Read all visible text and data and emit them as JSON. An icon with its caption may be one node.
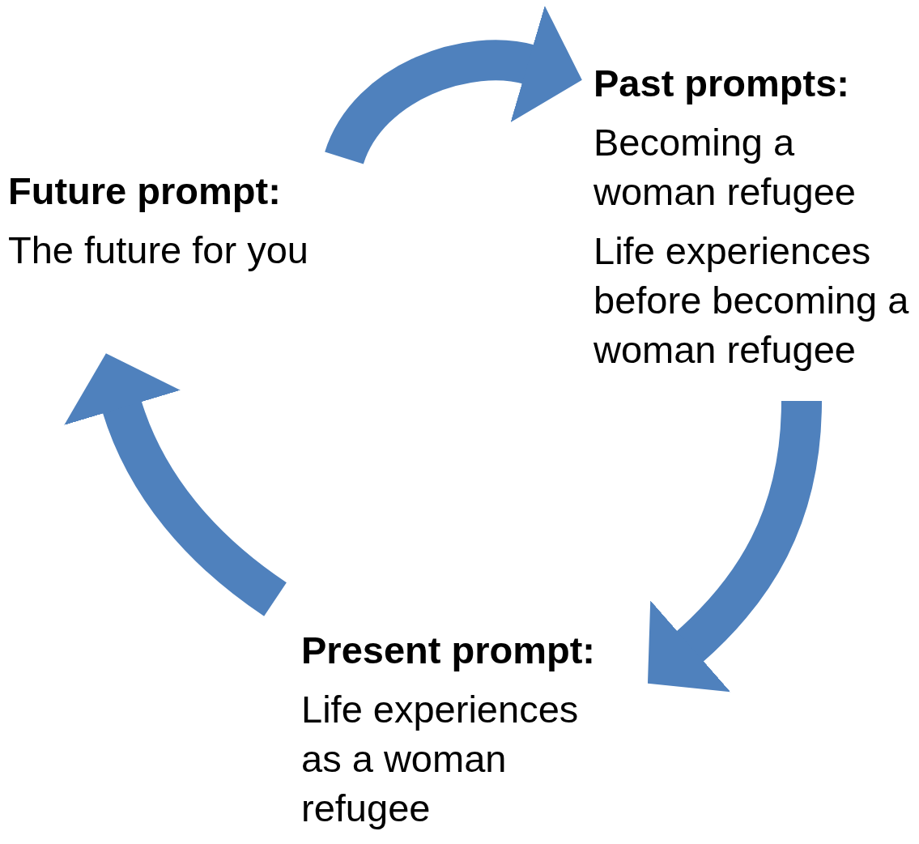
{
  "diagram": {
    "nodes": [
      {
        "text": [
          "Future prompt:",
          "The future for you"
        ]
      },
      {
        "text": [
          "Past prompts:",
          "Becoming a woman refugee",
          "Life experiences before becoming a woman refugee"
        ]
      },
      {
        "text": [
          "Present prompt:",
          "Life experiences as a woman refugee"
        ]
      }
    ],
    "edges": [
      {
        "from": 0,
        "to": 1,
        "arrow": "to"
      },
      {
        "from": 1,
        "to": 2,
        "arrow": "to"
      },
      {
        "from": 2,
        "to": 0,
        "arrow": "to"
      }
    ]
  }
}
